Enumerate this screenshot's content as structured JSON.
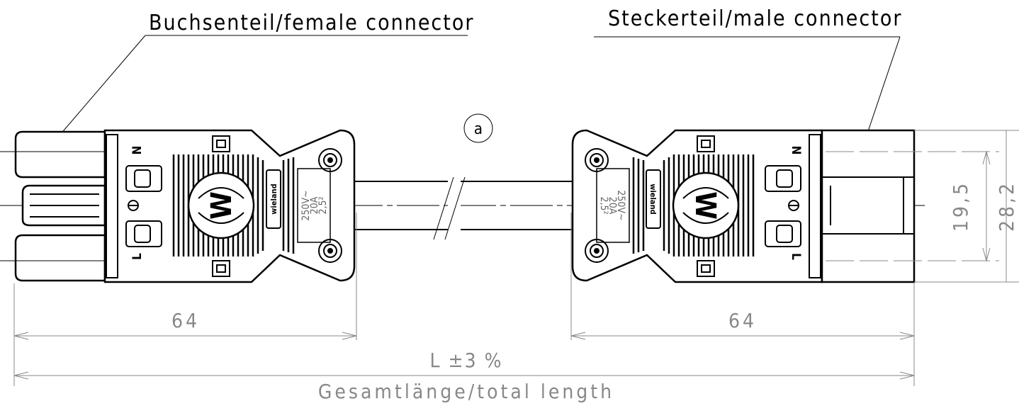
{
  "labels": {
    "female_connector": "Buchsenteil/female connector",
    "male_connector": "Steckerteil/male connector",
    "cable_marker": "a",
    "neutral": "N",
    "live": "L",
    "logo_letter": "W",
    "logo_text": "wieland"
  },
  "rating": {
    "voltage": "250V~",
    "current": "20A",
    "cross_section": "2,5²"
  },
  "dimensions": {
    "female_length": "64",
    "male_length": "64",
    "height_inner": "19,5",
    "height_outer": "28,2",
    "total_tolerance": "L ±3 %",
    "total_label": "Gesamtlänge/total length"
  },
  "colors": {
    "line": "#000000",
    "dimension": "#888888",
    "background": "#ffffff"
  }
}
